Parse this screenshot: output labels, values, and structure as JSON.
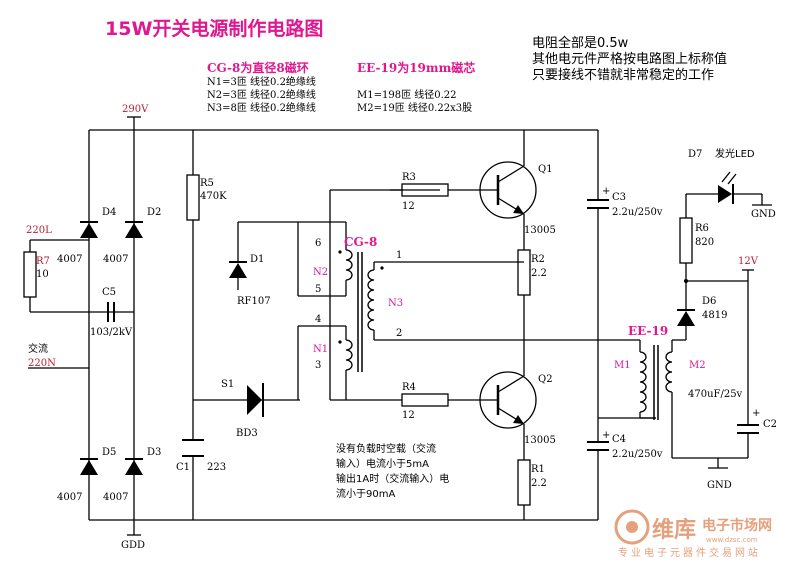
{
  "title": "15W开关电源制作电路图",
  "cg8_spec": {
    "heading": "CG-8为直径8磁环",
    "n1": "N1=3匝  线径0.2绝缘线",
    "n2": "N2=3匝  线径0.2绝缘线",
    "n3": "N3=8匝  线径0.2绝缘线"
  },
  "ee19_spec": {
    "heading": "EE-19为19mm磁芯",
    "m1": "M1=198匝  线径0.22",
    "m2": "M2=19匝   线径0.22x3股"
  },
  "notes": [
    "电阻全部是0.5w",
    "其他电元件严格按电路图上标称值",
    "只要接线不错就非常稳定的工作"
  ],
  "rails": {
    "top": "290V",
    "bottom": "GDD",
    "v12": "12V",
    "gnd1": "GND",
    "gnd2": "GND"
  },
  "input": {
    "label1": "交流",
    "label2": "220N",
    "side": "220L"
  },
  "components": {
    "r7": {
      "name": "R7",
      "value": "10"
    },
    "c5": {
      "name": "C5",
      "value": "103/2kV"
    },
    "d4": {
      "name": "D4",
      "value": "4007"
    },
    "d2": {
      "name": "D2",
      "value": "4007"
    },
    "d5": {
      "name": "D5",
      "value": "4007"
    },
    "d3": {
      "name": "D3",
      "value": "4007"
    },
    "r5": {
      "name": "R5",
      "value": "470K"
    },
    "d1": {
      "name": "D1",
      "value": "RF107"
    },
    "s1": {
      "name": "S1",
      "value": "BD3"
    },
    "c1": {
      "name": "C1",
      "value": "223"
    },
    "r3": {
      "name": "R3",
      "value": "12"
    },
    "r4": {
      "name": "R4",
      "value": "12"
    },
    "q1": {
      "name": "Q1",
      "value": "13005"
    },
    "q2": {
      "name": "Q2",
      "value": "13005"
    },
    "r2": {
      "name": "R2",
      "value": "2.2"
    },
    "r1": {
      "name": "R1",
      "value": "2.2"
    },
    "c3": {
      "name": "C3",
      "value": "2.2u/250v"
    },
    "c4": {
      "name": "C4",
      "value": "2.2u/250v"
    },
    "d7": {
      "name": "D7",
      "value": "发光LED"
    },
    "r6": {
      "name": "R6",
      "value": "820"
    },
    "d6": {
      "name": "D6",
      "value": "4819"
    },
    "c2": {
      "name": "C2",
      "value": "470uF/25v"
    }
  },
  "transformers": {
    "cg8": {
      "name": "CG-8",
      "n1": "N1",
      "n2": "N2",
      "n3": "N3",
      "pins": [
        "6",
        "5",
        "1",
        "2",
        "4",
        "3"
      ]
    },
    "ee19": {
      "name": "EE-19",
      "m1": "M1",
      "m2": "M2"
    }
  },
  "annotation": [
    "没有负载时空载（交流",
    "输入）电流小于5mA",
    "输出1A时（交流输入）电",
    "流小于90mA"
  ],
  "watermark": {
    "brand": "维库",
    "site": "电子市场网",
    "url": "www.dzsc.com",
    "slogan": "专业电子元器件交易网站"
  },
  "colors": {
    "title": "#e0178f",
    "rail_label": "#b5202e",
    "watermark": "#e5a07e"
  }
}
